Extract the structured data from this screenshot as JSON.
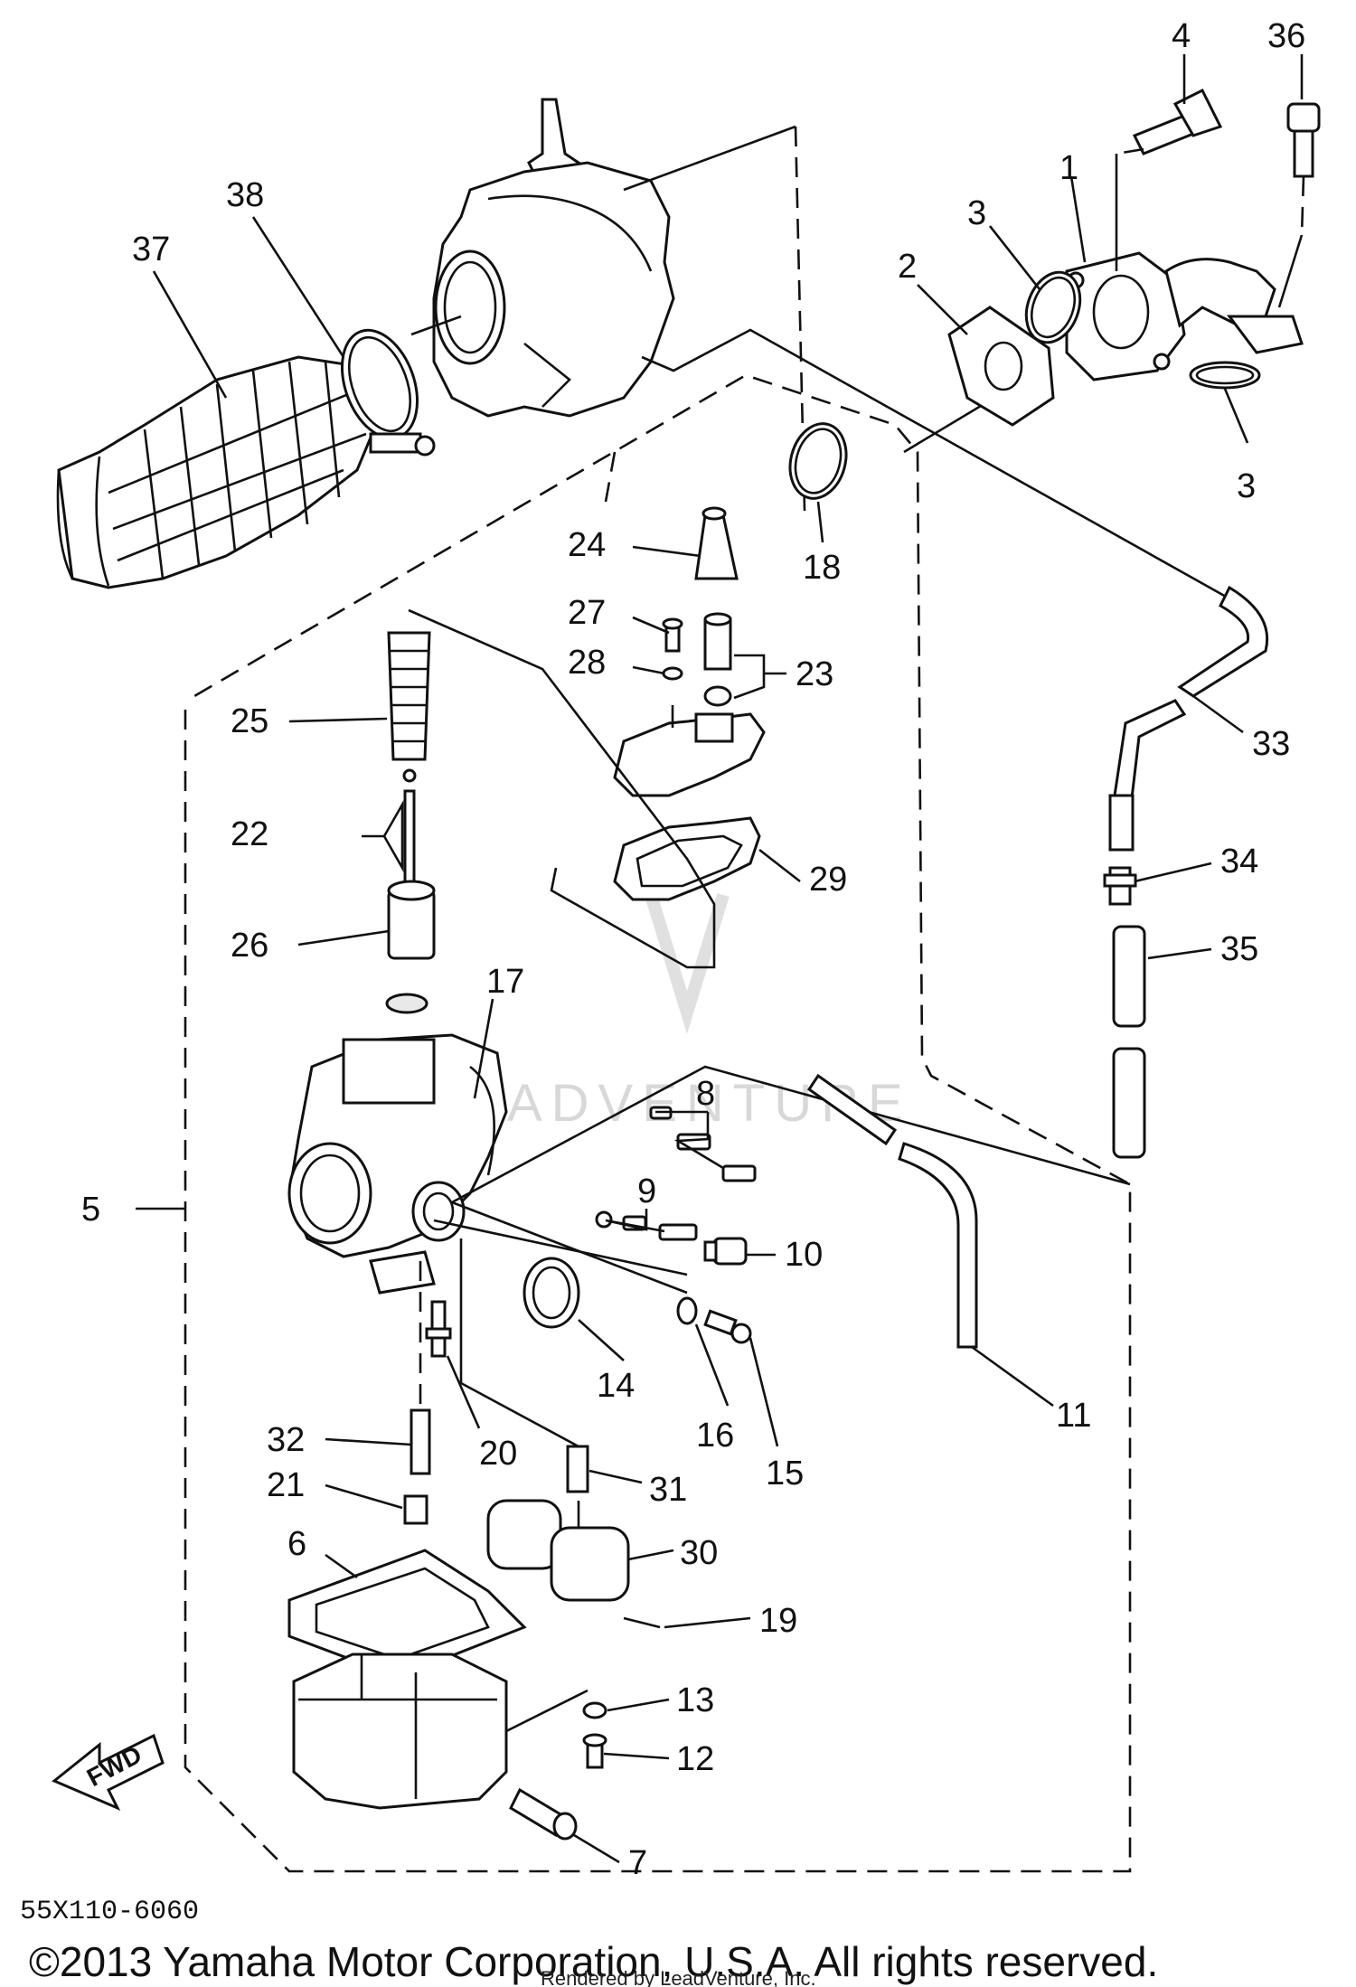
{
  "labels": {
    "p1": "1",
    "p2": "2",
    "p3a": "3",
    "p3b": "3",
    "p4": "4",
    "p5": "5",
    "p6": "6",
    "p7": "7",
    "p8": "8",
    "p9": "9",
    "p10": "10",
    "p11": "11",
    "p12": "12",
    "p13": "13",
    "p14": "14",
    "p15": "15",
    "p16": "16",
    "p17": "17",
    "p18": "18",
    "p19": "19",
    "p20": "20",
    "p21": "21",
    "p22": "22",
    "p23": "23",
    "p24": "24",
    "p25": "25",
    "p26": "26",
    "p27": "27",
    "p28": "28",
    "p29": "29",
    "p30": "30",
    "p31": "31",
    "p32": "32",
    "p33": "33",
    "p34": "34",
    "p35": "35",
    "p36": "36",
    "p37": "37",
    "p38": "38"
  },
  "fwd_label": "FWD",
  "diagram_code": "55X110-6060",
  "copyright": "©2013 Yamaha Motor Corporation, U.S.A. All rights reserved.",
  "rendered_by": "Rendered by LeadVenture, Inc.",
  "watermark": "LEADVENTURE"
}
